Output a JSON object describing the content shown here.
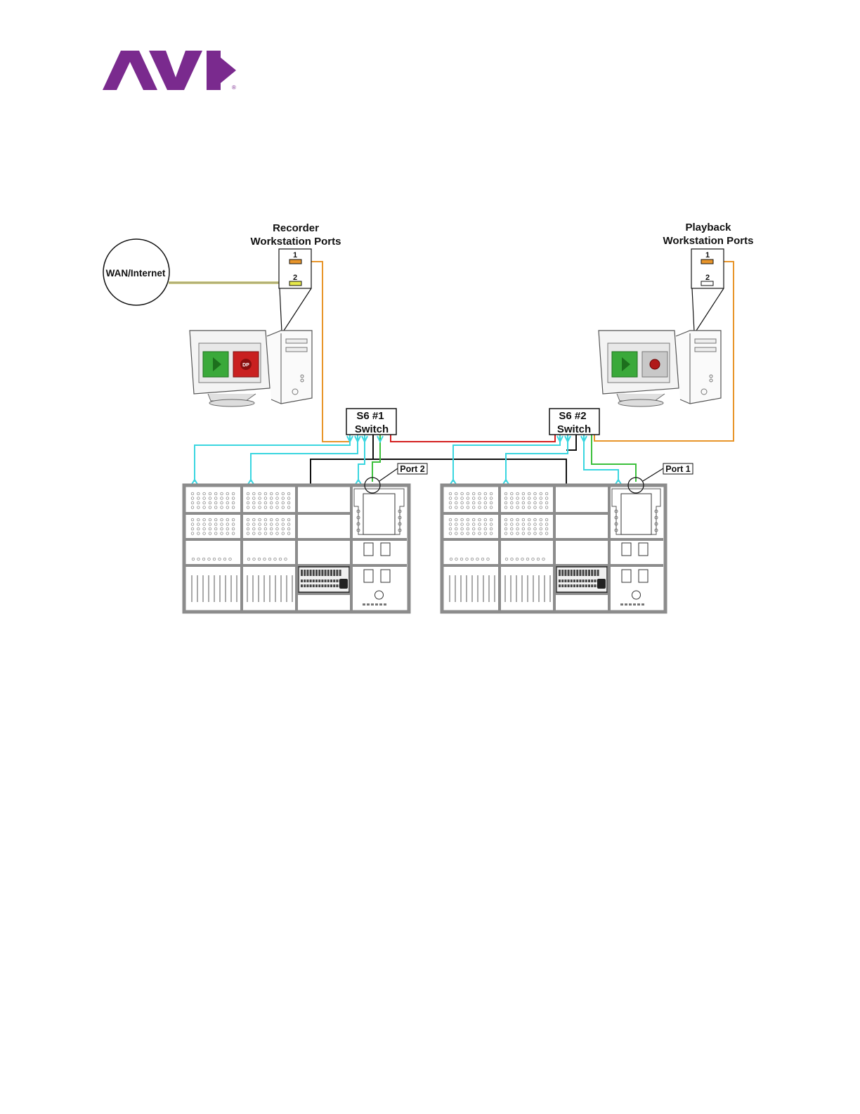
{
  "logo": {
    "text": "AVID",
    "registered": "®",
    "color": "#7a2a8e"
  },
  "wan": {
    "label": "WAN/Internet"
  },
  "recorder": {
    "title_line1": "Recorder",
    "title_line2": "Workstation Ports",
    "port1": "1",
    "port2": "2",
    "app_icons": [
      "play-icon",
      "dp-icon"
    ],
    "dp_icon_text": "DP"
  },
  "playback": {
    "title_line1": "Playback",
    "title_line2": "Workstation Ports",
    "port1": "1",
    "port2": "2",
    "app_icons": [
      "play-icon",
      "record-icon"
    ]
  },
  "switch1": {
    "line1": "S6 #1",
    "line2": "Switch"
  },
  "switch2": {
    "line1": "S6 #2",
    "line2": "Switch"
  },
  "callouts": {
    "left_port": "Port 2",
    "right_port": "Port 1"
  },
  "colors": {
    "orange": "#e8952a",
    "red": "#d42020",
    "cyan": "#3ad6e0",
    "green": "#3cc03c",
    "yellow": "#e6e84a",
    "black": "#111111",
    "console_gray": "#8c8c8c"
  }
}
